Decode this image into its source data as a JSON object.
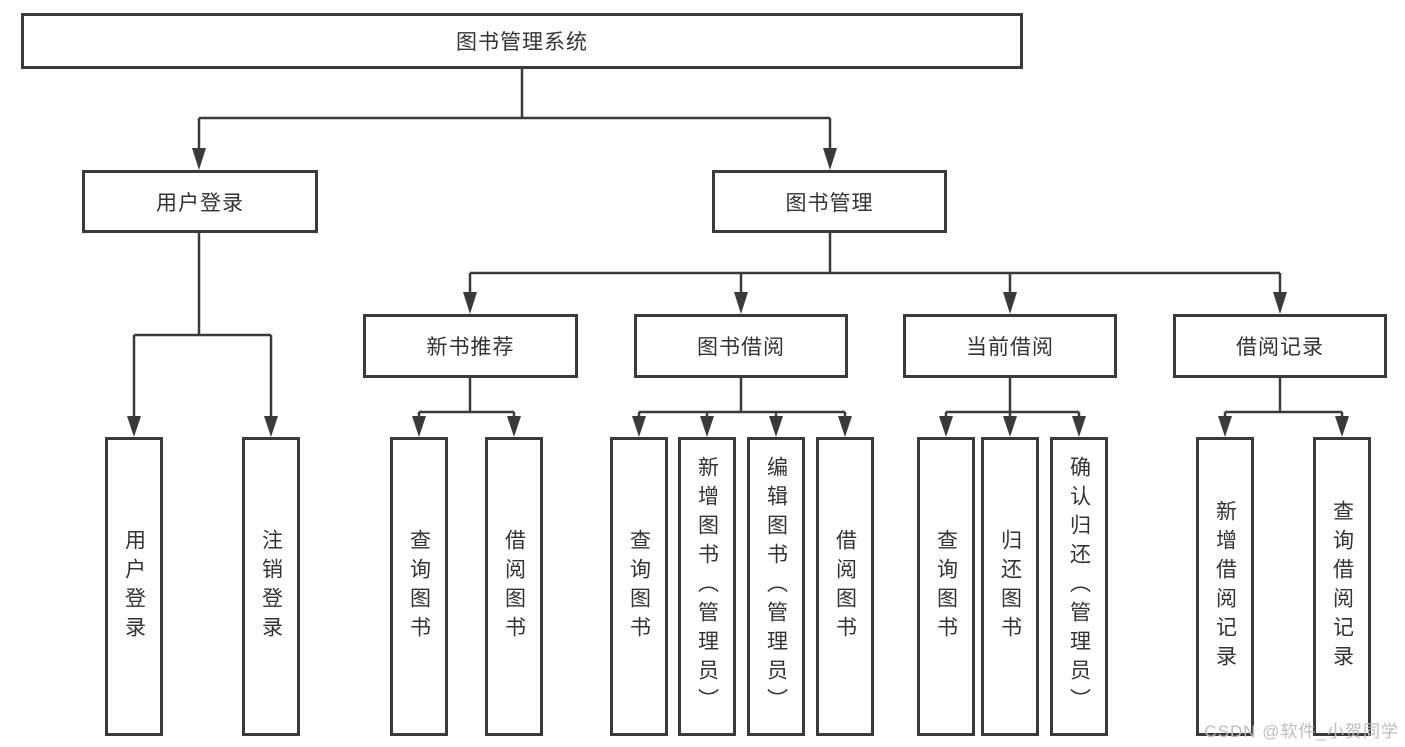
{
  "page": {
    "background": "#ffffff",
    "line_color": "#3a3a3a",
    "text_color": "#333333"
  },
  "diagram": {
    "type": "hierarchy-tree",
    "root": {
      "label": "图书管理系统"
    },
    "level2": [
      {
        "label": "用户登录"
      },
      {
        "label": "图书管理"
      }
    ],
    "level3": [
      {
        "label": "新书推荐",
        "parent": "图书管理"
      },
      {
        "label": "图书借阅",
        "parent": "图书管理"
      },
      {
        "label": "当前借阅",
        "parent": "图书管理"
      },
      {
        "label": "借阅记录",
        "parent": "图书管理"
      }
    ],
    "leaves": {
      "user_login": [
        {
          "label": "用户登录"
        },
        {
          "label": "注销登录"
        }
      ],
      "new_books": [
        {
          "label": "查询图书"
        },
        {
          "label": "借阅图书"
        }
      ],
      "book_borrow": [
        {
          "label": "查询图书"
        },
        {
          "label": "新增图书（管理员）"
        },
        {
          "label": "编辑图书（管理员）"
        },
        {
          "label": "借阅图书"
        }
      ],
      "current_borrow": [
        {
          "label": "查询图书"
        },
        {
          "label": "归还图书"
        },
        {
          "label": "确认归还（管理员）"
        }
      ],
      "borrow_records": [
        {
          "label": "新增借阅记录"
        },
        {
          "label": "查询借阅记录"
        }
      ]
    }
  },
  "watermark": {
    "text": "CSDN @软件_小贺同学",
    "color": "#b9bcc1"
  }
}
